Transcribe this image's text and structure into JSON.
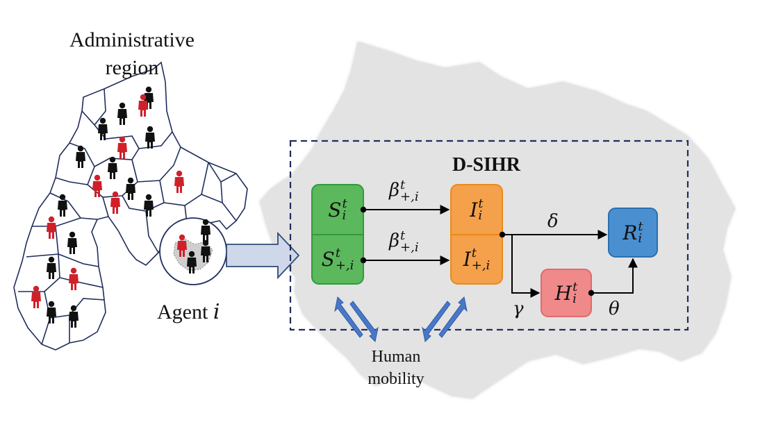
{
  "left": {
    "title_line1": "Administrative",
    "title_line2": "region",
    "agent_label": "Agent",
    "agent_symbol": "i"
  },
  "model": {
    "title": "D-SIHR",
    "compartments": {
      "S": {
        "symbol": "S",
        "sup": "t",
        "sub": "i",
        "color": "#5cb85c"
      },
      "S_plus": {
        "symbol": "S",
        "sup": "t",
        "sub": "+,i",
        "color": "#5cb85c"
      },
      "I": {
        "symbol": "I",
        "sup": "t",
        "sub": "i",
        "color": "#f5a04a"
      },
      "I_plus": {
        "symbol": "I",
        "sup": "t",
        "sub": "+,i",
        "color": "#f5a04a"
      },
      "H": {
        "symbol": "H",
        "sup": "t",
        "sub": "i",
        "color": "#f08a8a"
      },
      "R": {
        "symbol": "R",
        "sup": "t",
        "sub": "i",
        "color": "#4a8fd0"
      }
    },
    "rates": {
      "beta_top": {
        "symbol": "β",
        "sup": "t",
        "sub": "+,i"
      },
      "beta_bottom": {
        "symbol": "β",
        "sup": "t",
        "sub": "+,i"
      },
      "delta": "δ",
      "gamma": "γ",
      "theta": "θ"
    }
  },
  "mobility": {
    "line1": "Human",
    "line2": "mobility"
  }
}
